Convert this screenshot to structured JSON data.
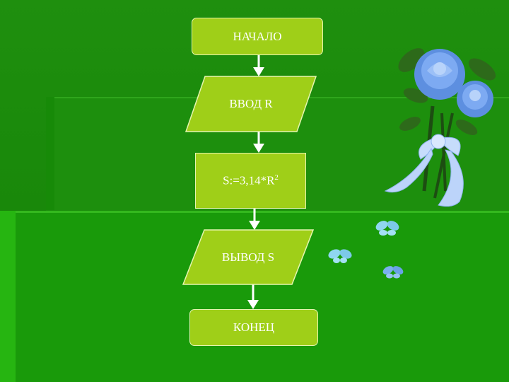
{
  "flowchart": {
    "nodes": [
      {
        "id": "start",
        "label": "НАЧАЛО",
        "shape": "terminal"
      },
      {
        "id": "input",
        "label": "ВВОД R",
        "shape": "parallelogram"
      },
      {
        "id": "process",
        "label": "S:=3,14*R",
        "label_sup": "2",
        "shape": "process"
      },
      {
        "id": "output",
        "label": "ВЫВОД S",
        "shape": "parallelogram"
      },
      {
        "id": "end",
        "label": "КОНЕЦ",
        "shape": "terminal"
      }
    ],
    "edges": [
      {
        "from": "start",
        "to": "input"
      },
      {
        "from": "input",
        "to": "process"
      },
      {
        "from": "process",
        "to": "output"
      },
      {
        "from": "output",
        "to": "end"
      }
    ]
  },
  "decoration": {
    "image": "blue-roses-bouquet",
    "butterflies": 3
  },
  "colors": {
    "background": "#1a8a0b",
    "node_fill": "#9fcf18",
    "node_border": "#e6f5b0",
    "arrow": "#ffffff",
    "rose": "#6a9ff0"
  }
}
